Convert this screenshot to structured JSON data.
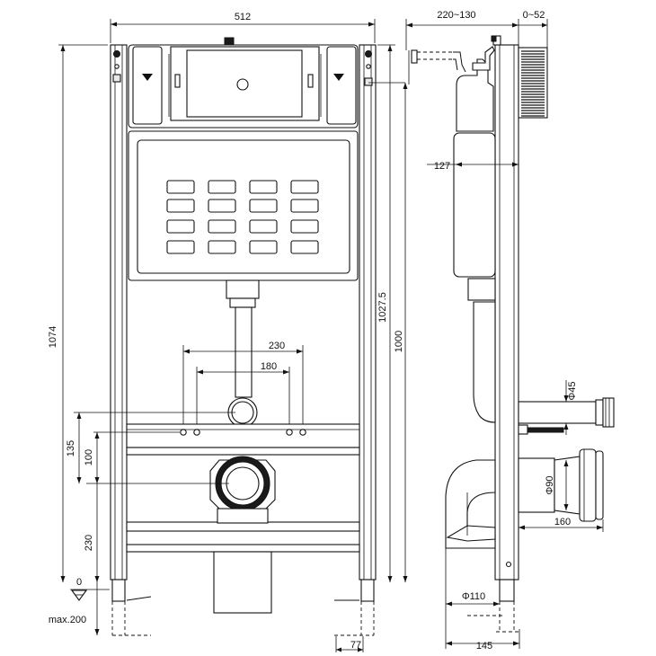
{
  "front_view": {
    "width_total": "512",
    "height_total": "1074",
    "height_frame": "1027.5",
    "height_overall": "1000",
    "bracket_spacing_outer": "230",
    "bracket_spacing_inner": "180",
    "dim_135": "135",
    "dim_100": "100",
    "dim_230": "230",
    "floor_zero": "0",
    "max_foot": "max.200",
    "foot_width": "77"
  },
  "side_view": {
    "depth_range": "220~130",
    "offset_range": "0~52",
    "tank_depth": "127",
    "inlet_diameter": "Φ45",
    "outlet_diameter": "Φ90",
    "outlet_projection": "160",
    "drain_diameter": "Φ110",
    "base_depth": "145"
  }
}
